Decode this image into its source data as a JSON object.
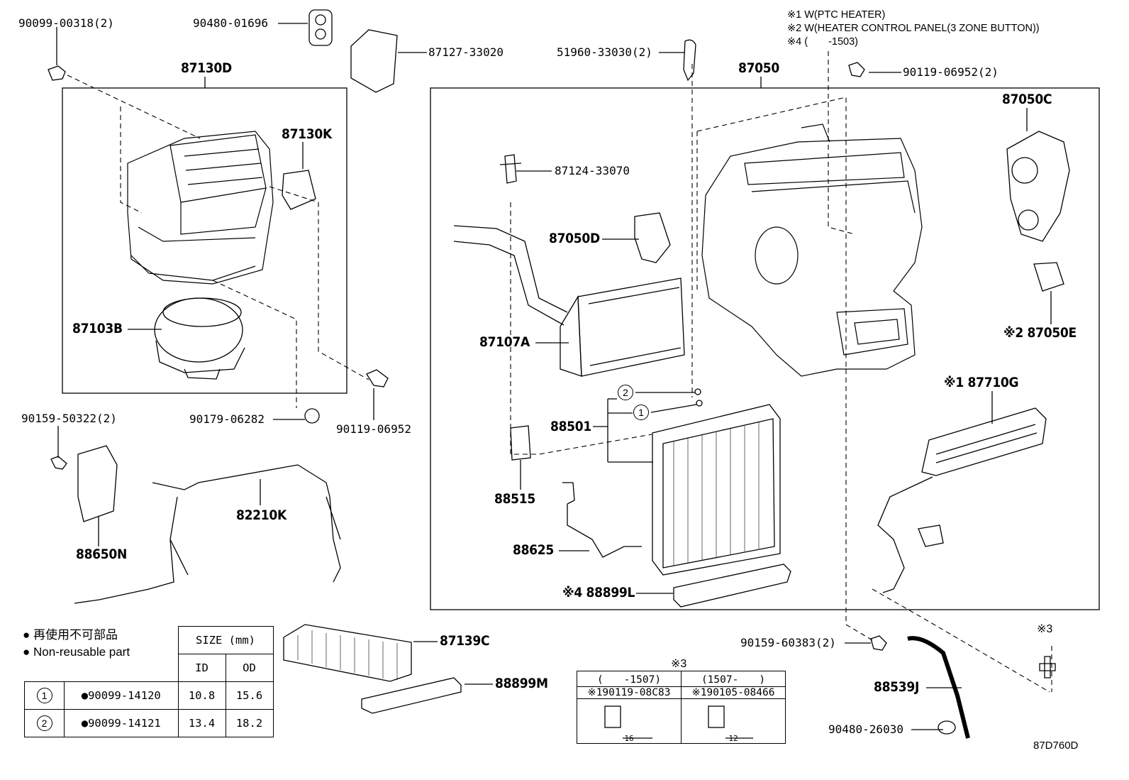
{
  "notes": {
    "n1": "※1 W(PTC HEATER)",
    "n2": "※2 W(HEATER CONTROL PANEL(3 ZONE BUTTON))",
    "n4": "※4 (　　-1503)"
  },
  "parts": {
    "p90099_00318": "90099-00318(2)",
    "p90480_01696": "90480-01696",
    "p87127_33020": "87127-33020",
    "p51960_33030": "51960-33030(2)",
    "p87050": "87050",
    "p90119_06952_2": "90119-06952(2)",
    "p87130D": "87130D",
    "p87130K": "87130K",
    "p87050C": "87050C",
    "p87124_33070": "87124-33070",
    "p87050D": "87050D",
    "p87103B": "87103B",
    "p87107A": "87107A",
    "p87050E": "※2 87050E",
    "p87710G": "※1 87710G",
    "p90159_50322": "90159-50322(2)",
    "p90179_06282": "90179-06282",
    "p90119_06952": "90119-06952",
    "p88501": "88501",
    "p88515": "88515",
    "p82210K": "82210K",
    "p88650N": "88650N",
    "p88625": "88625",
    "p88899L": "※4 88899L",
    "p87139C": "87139C",
    "p88899M": "88899M",
    "p90159_60383": "90159-60383(2)",
    "p88539J": "88539J",
    "p90480_26030": "90480-26030",
    "star3": "※3",
    "star3b": "※3",
    "diagram_id": "87D760D"
  },
  "callouts": {
    "c1": "1",
    "c2": "2"
  },
  "legend": {
    "line1": "● 再使用不可部品",
    "line2": "● Non-reusable part"
  },
  "size_table": {
    "header": "SIZE (mm)",
    "col_id": "ID",
    "col_od": "OD",
    "rows": [
      {
        "ref": "1",
        "part": "●90099-14120",
        "id": "10.8",
        "od": "15.6"
      },
      {
        "ref": "2",
        "part": "●90099-14121",
        "id": "13.4",
        "od": "18.2"
      }
    ]
  },
  "bolt_table": {
    "range1": "(　　-1507)",
    "range2": "(1507-　　)",
    "part1": "※190119-08C83",
    "part2": "※190105-08466",
    "len1": "16",
    "len2": "12"
  }
}
